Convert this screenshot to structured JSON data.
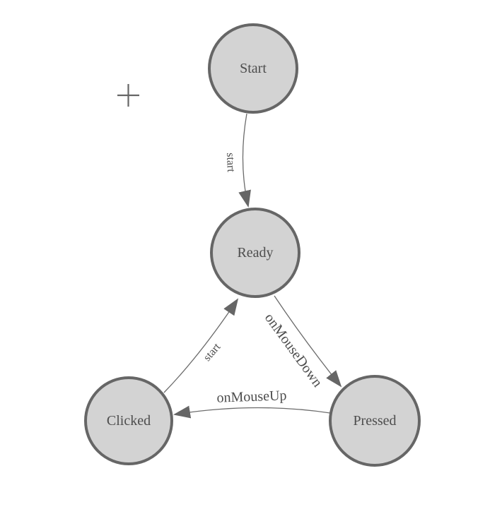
{
  "app": {
    "view": "state-machine-diagram-canvas"
  },
  "colors": {
    "background": "#ffffff",
    "node_fill": "#d3d3d3",
    "node_stroke": "#666666",
    "node_text": "#4d4d4d",
    "edge_stroke": "#6b6b6b",
    "arrow_fill": "#666666",
    "edge_text": "#4d4d4d",
    "crosshair": "#666666"
  },
  "diagram": {
    "nodes": [
      {
        "id": "start",
        "label": "Start"
      },
      {
        "id": "ready",
        "label": "Ready"
      },
      {
        "id": "clicked",
        "label": "Clicked"
      },
      {
        "id": "pressed",
        "label": "Pressed"
      }
    ],
    "edges": [
      {
        "from": "start",
        "to": "ready",
        "label": "start"
      },
      {
        "from": "clicked",
        "to": "ready",
        "label": "start"
      },
      {
        "from": "ready",
        "to": "pressed",
        "label": "onMouseDown"
      },
      {
        "from": "pressed",
        "to": "clicked",
        "label": "onMouseUp"
      }
    ]
  }
}
